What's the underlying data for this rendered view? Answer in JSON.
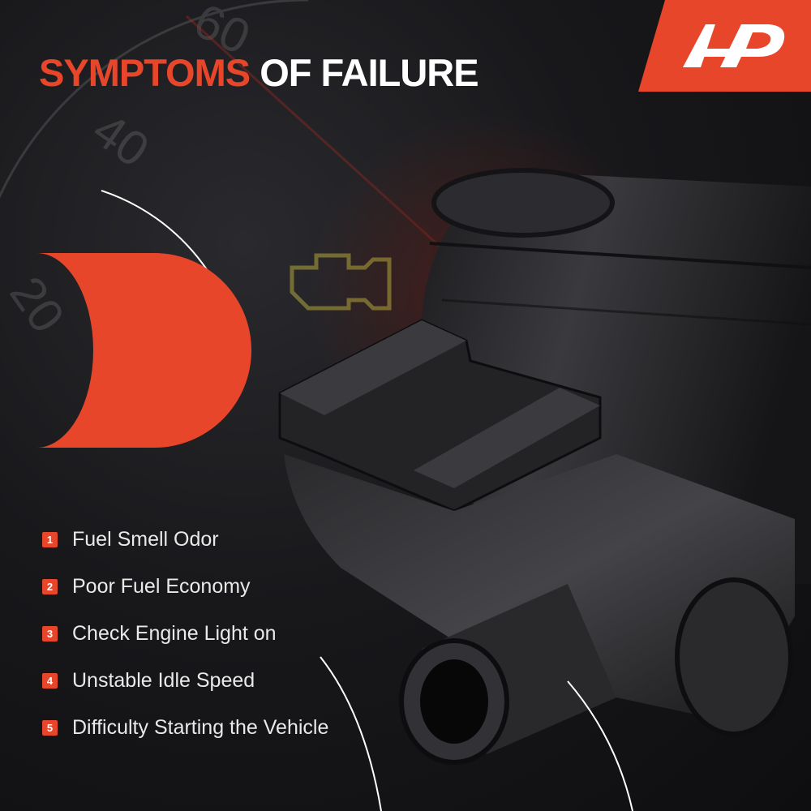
{
  "headline": {
    "accent": "SYMPTOMS",
    "rest": "OF FAILURE"
  },
  "brand": {
    "logo_icon": "a-premium-logo-icon",
    "accent_color": "#e8462b"
  },
  "symptoms": [
    {
      "number": "1",
      "text": "Fuel Smell Odor"
    },
    {
      "number": "2",
      "text": "Poor Fuel Economy"
    },
    {
      "number": "3",
      "text": "Check Engine Light on"
    },
    {
      "number": "4",
      "text": "Unstable Idle Speed"
    },
    {
      "number": "5",
      "text": "Difficulty Starting the Vehicle"
    }
  ],
  "illustration": {
    "product": "purge-valve-image",
    "gauge_icon": "speedometer-gauge-icon",
    "warning_icon": "check-engine-light-icon"
  }
}
